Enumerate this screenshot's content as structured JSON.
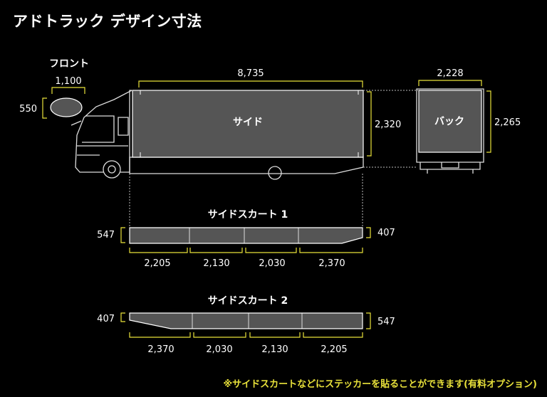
{
  "title": "アドトラック デザイン寸法",
  "footnote": "※サイドスカートなどにステッカーを貼ることができます(有料オプション)",
  "front": {
    "label": "フロント",
    "width": "1,100",
    "height": "550"
  },
  "side": {
    "label": "サイド",
    "width": "8,735",
    "height": "2,320"
  },
  "back": {
    "label": "バック",
    "width": "2,228",
    "height": "2,265"
  },
  "skirt1": {
    "label": "サイドスカート 1",
    "left_height": "547",
    "right_height": "407",
    "segments": [
      "2,205",
      "2,130",
      "2,030",
      "2,370"
    ]
  },
  "skirt2": {
    "label": "サイドスカート 2",
    "left_height": "407",
    "right_height": "547",
    "segments": [
      "2,370",
      "2,030",
      "2,130",
      "2,205"
    ]
  },
  "colors": {
    "dimension_line": "#e8e13a",
    "panel": "#555555",
    "background": "#000000"
  }
}
